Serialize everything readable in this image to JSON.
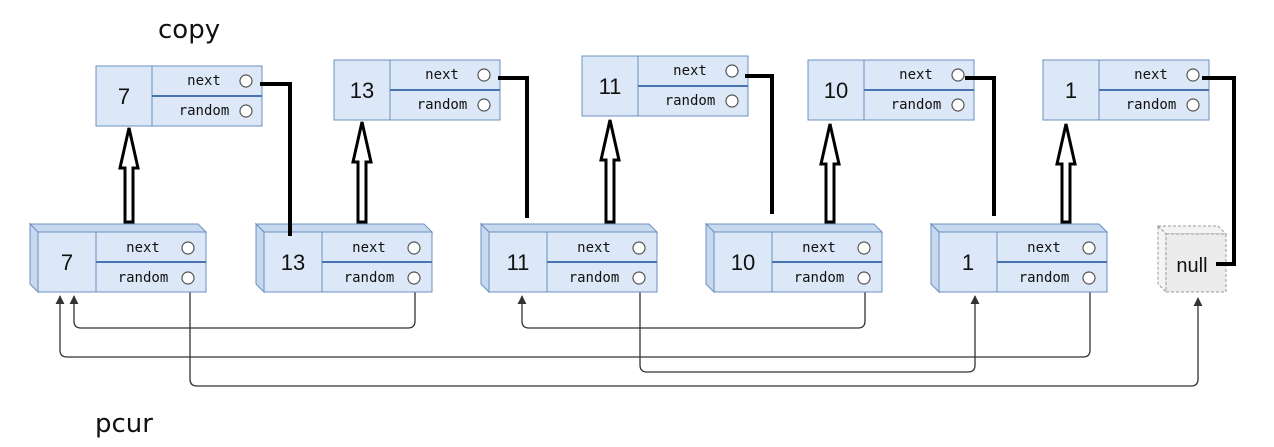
{
  "labels": {
    "top": "copy",
    "bottom": "pcur"
  },
  "field_labels": {
    "next": "next",
    "random": "random"
  },
  "copy_nodes": [
    {
      "value": "7"
    },
    {
      "value": "13"
    },
    {
      "value": "11"
    },
    {
      "value": "10"
    },
    {
      "value": "1"
    }
  ],
  "pcur_nodes": [
    {
      "value": "7"
    },
    {
      "value": "13"
    },
    {
      "value": "11"
    },
    {
      "value": "10"
    },
    {
      "value": "1"
    }
  ],
  "null_node": {
    "label": "null"
  },
  "random_pointers": [
    {
      "from": 1,
      "to": 0
    },
    {
      "from": 4,
      "to": 0
    },
    {
      "from": 3,
      "to": 2
    },
    {
      "from": 2,
      "to": 4
    },
    {
      "from": 0,
      "to": "null"
    }
  ],
  "colors": {
    "node_fill": "#dce8f7",
    "node_side": "#c7d9ef",
    "node_border": "#6d8fc0",
    "divider": "#4a74b0",
    "null_fill": "#ececec",
    "null_border": "#999999",
    "line": "#000000",
    "arrow": "#333333"
  }
}
